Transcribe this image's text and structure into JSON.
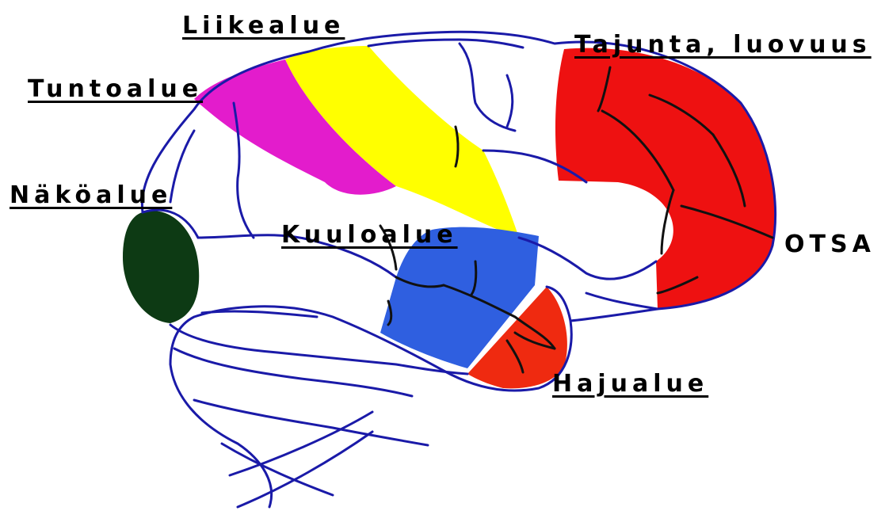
{
  "labels": {
    "liike": "Liikealue",
    "tunto": "Tuntoalue",
    "tajunta": "Tajunta, luovuus",
    "nako": "Näköalue",
    "kuulo": "Kuuloalue",
    "otsa": "OTSA",
    "haju": "Hajualue"
  },
  "colors": {
    "outline": "#1a1aa8",
    "sulcus": "#111111",
    "liike": "#ffff00",
    "tunto": "#e31ccc",
    "tajunta": "#ee1111",
    "nako": "#0d3a14",
    "kuulo": "#2f5fe0",
    "haju": "#ef2a10",
    "text": "#000000"
  }
}
